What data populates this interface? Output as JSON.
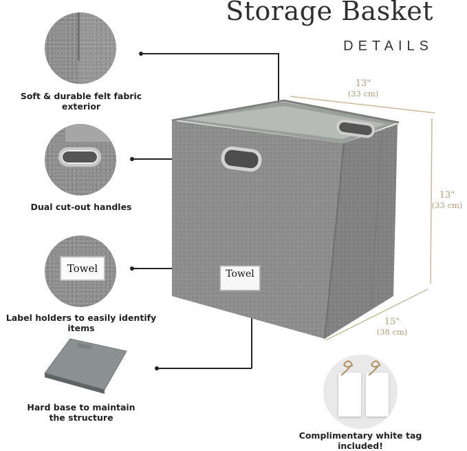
{
  "header": {
    "title": "Storage Basket",
    "subtitle": "DETAILS"
  },
  "features": [
    {
      "caption": "Soft & durable felt fabric exterior"
    },
    {
      "caption": "Dual cut-out handles"
    },
    {
      "caption": "Label holders to easily identify items"
    },
    {
      "caption": "Hard base to maintain the structure"
    }
  ],
  "label_text": "Towel",
  "dimensions": {
    "width_in": "13\"",
    "width_cm": "(33 cm)",
    "height_in": "13\"",
    "height_cm": "(33 cm)",
    "depth_in": "15\"",
    "depth_cm": "(38 cm)"
  },
  "tag_caption": "Complimentary white tag included!",
  "colors": {
    "felt": "#8c8c8c",
    "dimension": "#b39a78",
    "text": "#222222"
  }
}
